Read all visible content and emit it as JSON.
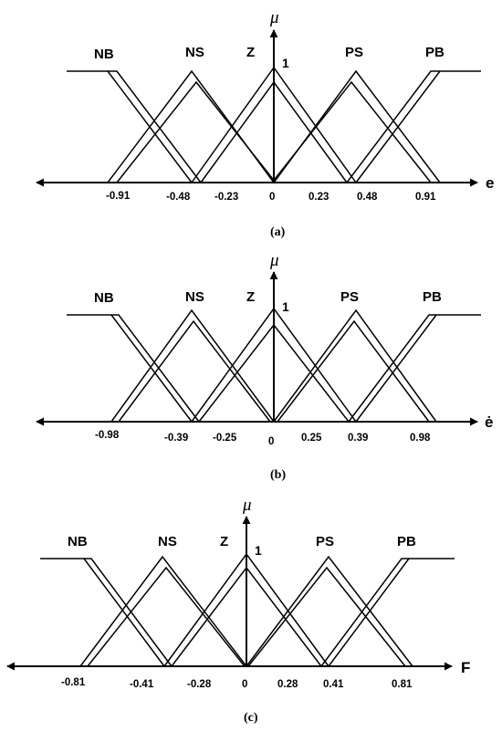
{
  "diagrams": [
    {
      "caption": "(a)",
      "axis_label": "e",
      "y_symbol": "μ",
      "peak_label": "1",
      "sets": [
        "NB",
        "NS",
        "Z",
        "PS",
        "PB"
      ],
      "ticks": [
        "-0.91",
        "-0.48",
        "-0.23",
        "0",
        "0.23",
        "0.48",
        "0.91"
      ],
      "tick_values": [
        -0.91,
        -0.48,
        -0.23,
        0,
        0.23,
        0.48,
        0.91
      ]
    },
    {
      "caption": "(b)",
      "axis_label": "ė",
      "y_symbol": "μ",
      "peak_label": "1",
      "sets": [
        "NB",
        "NS",
        "Z",
        "PS",
        "PB"
      ],
      "ticks": [
        "-0.98",
        "-0.39",
        "-0.25",
        "0",
        "0.25",
        "0.39",
        "0.98"
      ],
      "tick_values": [
        -0.98,
        -0.39,
        -0.25,
        0,
        0.25,
        0.39,
        0.98
      ]
    },
    {
      "caption": "(c)",
      "axis_label": "F",
      "y_symbol": "μ",
      "peak_label": "1",
      "sets": [
        "NB",
        "NS",
        "Z",
        "PS",
        "PB"
      ],
      "ticks": [
        "-0.81",
        "-0.41",
        "-0.28",
        "0",
        "0.28",
        "0.41",
        "0.81"
      ],
      "tick_values": [
        -0.81,
        -0.41,
        -0.28,
        0,
        0.28,
        0.41,
        0.81
      ]
    }
  ]
}
